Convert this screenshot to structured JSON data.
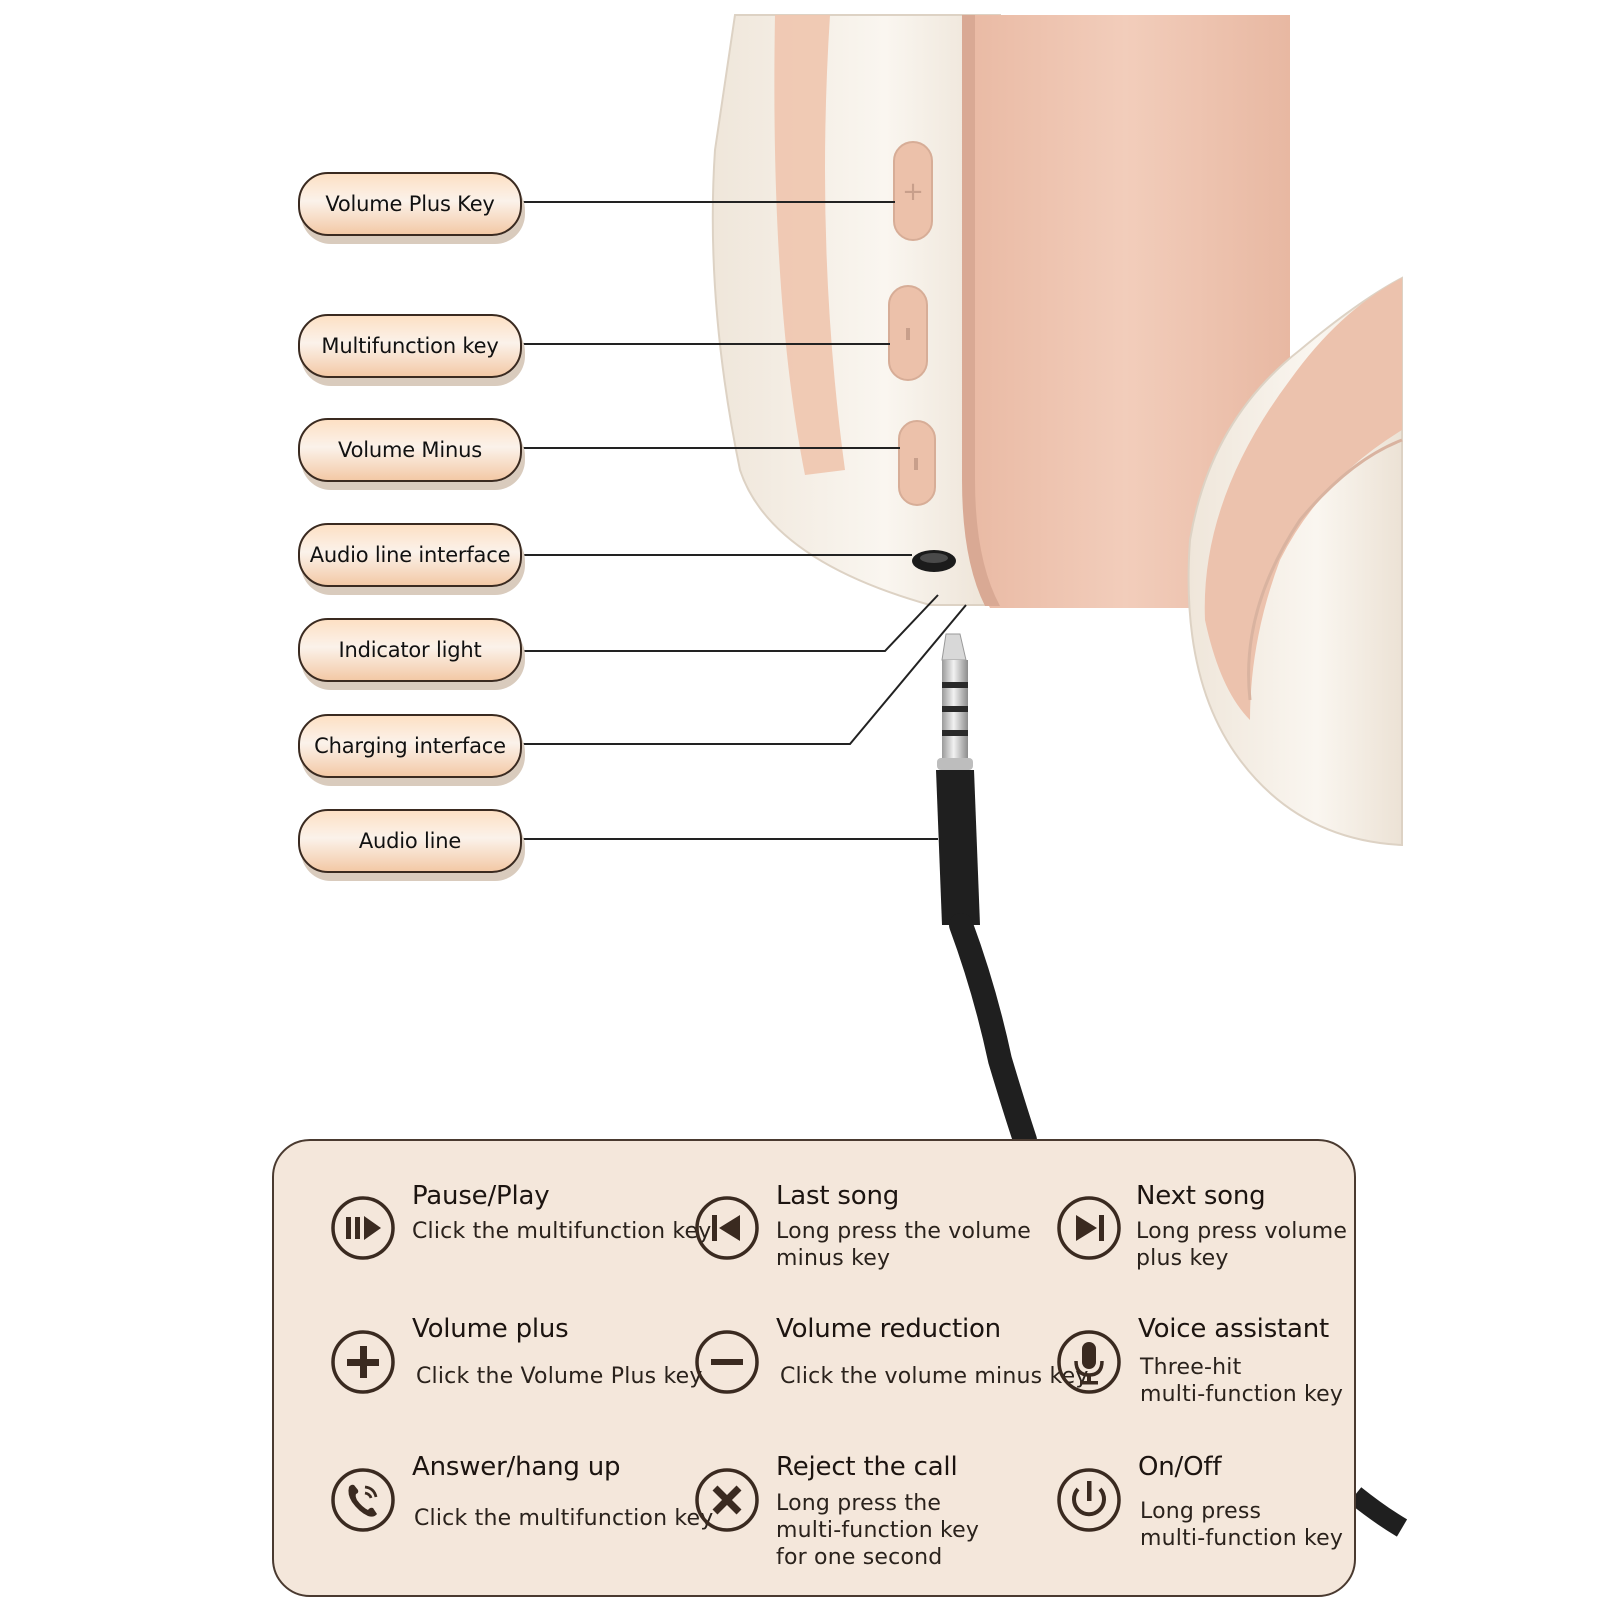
{
  "callouts": [
    {
      "label": "Volume Plus Key"
    },
    {
      "label": "Multifunction key"
    },
    {
      "label": "Volume Minus"
    },
    {
      "label": "Audio line interface"
    },
    {
      "label": "Indicator light"
    },
    {
      "label": "Charging interface"
    },
    {
      "label": "Audio line"
    }
  ],
  "functions": [
    {
      "title": "Pause/Play",
      "desc": "Click the multifunction key",
      "icon": "play-pause-icon"
    },
    {
      "title": "Last song",
      "desc": "Long press the volume\nminus key",
      "icon": "previous-track-icon"
    },
    {
      "title": "Next song",
      "desc": "Long press volume\nplus key",
      "icon": "next-track-icon"
    },
    {
      "title": "Volume plus",
      "desc": "Click the Volume Plus key",
      "icon": "plus-icon"
    },
    {
      "title": "Volume reduction",
      "desc": "Click the volume minus key",
      "icon": "minus-icon"
    },
    {
      "title": "Voice assistant",
      "desc": "Three-hit\nmulti-function key",
      "icon": "microphone-icon"
    },
    {
      "title": "Answer/hang up",
      "desc": "Click the multifunction key",
      "icon": "phone-icon"
    },
    {
      "title": "Reject the call",
      "desc": "Long press the\nmulti-function key\nfor one second",
      "icon": "close-icon"
    },
    {
      "title": "On/Off",
      "desc": "Long press\nmulti-function key",
      "icon": "power-icon"
    }
  ],
  "colors": {
    "cushion_pink": "#f0c9b4",
    "cup_cream": "#f6efe6",
    "panel_bg": "#f4e7db",
    "outline_dark": "#3a2a20"
  }
}
